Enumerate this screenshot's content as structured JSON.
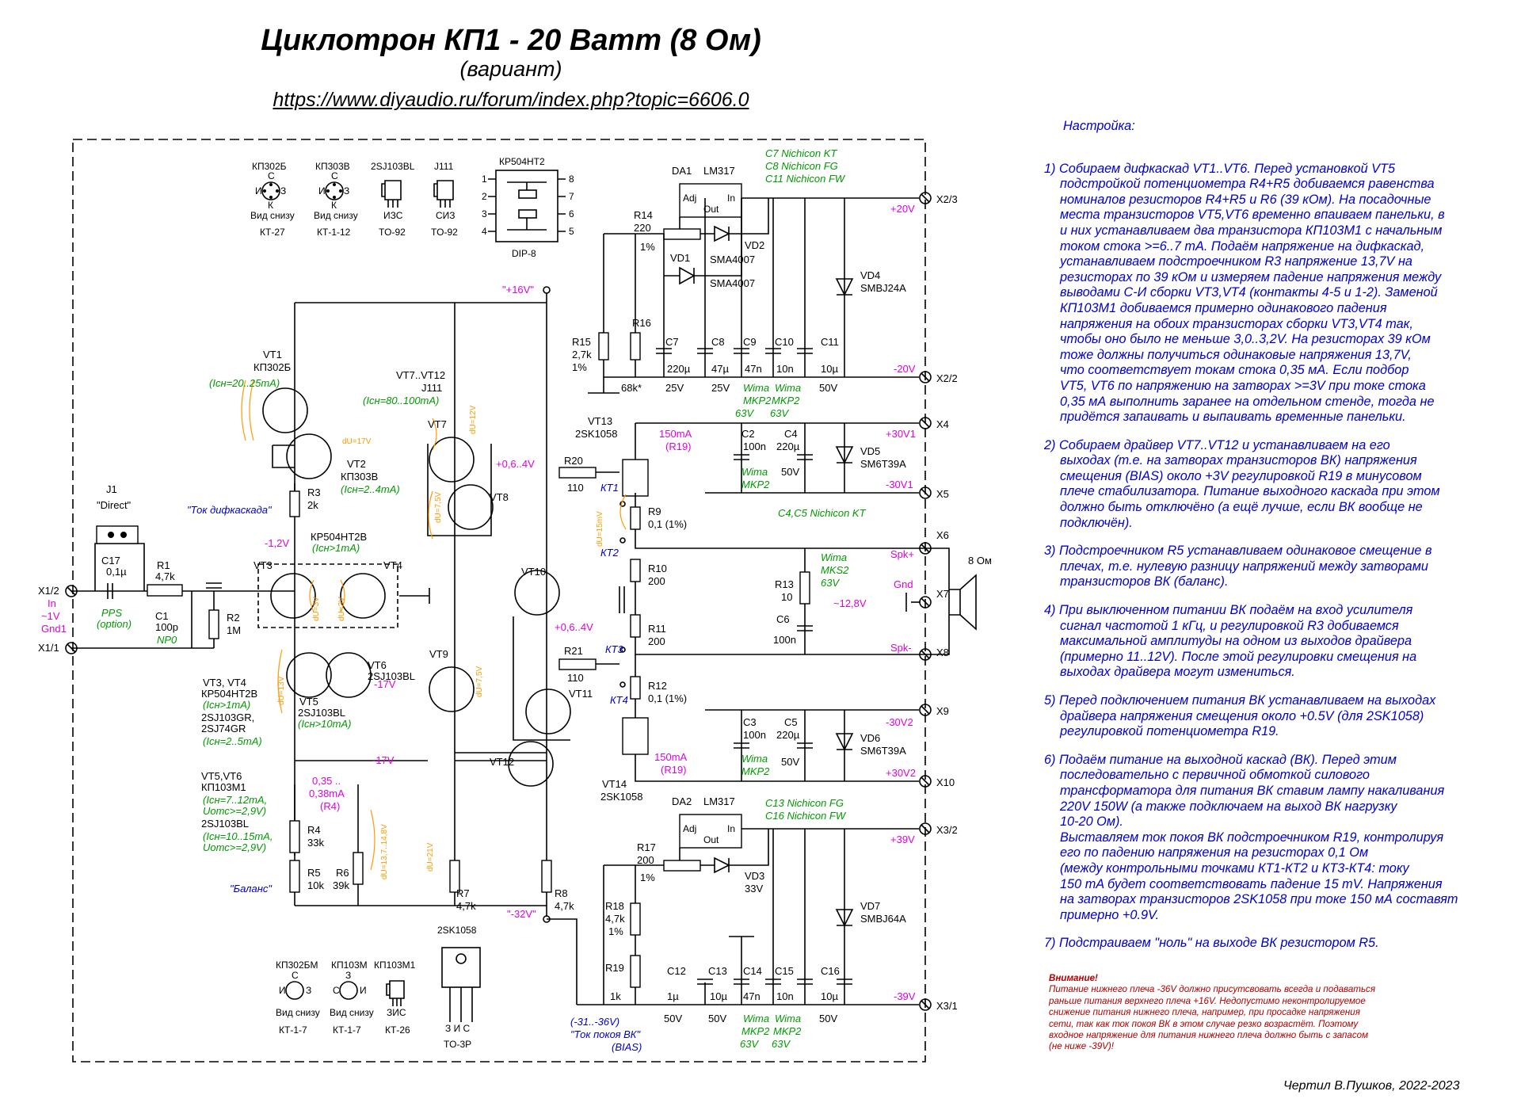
{
  "header": {
    "title": "Циклотрон КП1 - 20 Ватт (8 Ом)",
    "subtitle": "(вариант)",
    "url": "https://www.diyaudio.ru/forum/index.php?topic=6606.0"
  },
  "notes": {
    "heading": "Настройка:",
    "items": [
      [
        "1) Собираем дифкаскад VT1..VT6. Перед установкой VT5",
        "подстройкой потенциометра R4+R5 добиваемся равенства",
        "номиналов резисторов R4+R5 и R6 (39 кОм).  На посадочные",
        "места транзисторов VT5,VT6 временно впаиваем панельки, в",
        "и них устанавливаем два транзистора КП103М1 с начальным",
        "током стока >=6..7 mA. Подаём напряжение на дифкаскад,",
        "устанавливаем подстроечником R3 напряжение 13,7V на",
        "резисторах по 39 кОм и измеряем падение напряжения между",
        "выводами С-И сборки VT3,VT4 (контакты 4-5 и 1-2). Заменой",
        "КП103М1 добиваемся примерно одинакового падения",
        "напряжения на обоих транзисторах сборки VT3,VT4 так,",
        "чтобы оно было не меньше 3,0..3,2V. На резисторах 39 кОм",
        "тоже должны получиться одинаковые напряжения 13,7V,",
        "что соответствует токам стока 0,35 мА. Если подбор",
        "VT5, VT6 по напряжению на затворах >=3V при токе стока",
        "0,35 мА выполнить заранее на  отдельном стенде, тогда не",
        "придётся запаивать и выпаивать временные панельки."
      ],
      [
        "2) Собираем драйвер VT7..VT12 и устанавливаем на его",
        "выходах (т.е. на затворах транзисторов ВК) напряжения",
        "смещения (BIAS) около +3V регулировкой R19 в минусовом",
        "плече стабилизатора. Питание выходного каскада при этом",
        "должно быть отключёно (а ещё лучше, если ВК вообще не",
        "подключён)."
      ],
      [
        "3) Подстроечником R5 устанавливаем одинаковое смещение в",
        "плечах, т.е. нулевую разницу напряжений между затворами",
        "транзисторов ВК (баланс)."
      ],
      [
        "4) При выключенном питании ВК подаём на вход усилителя",
        "сигнал частотой 1 кГц, и регулировкой R3 добиваемся",
        "максимальной амплитуды на одном из выходов драйвера",
        "(примерно 11..12V). После этой регулировки смещения на",
        "выходах драйвера могут измениться."
      ],
      [
        "5) Перед подключением питания ВК устанавливаем на выходах",
        "драйвера напряжения смещения около +0.5V (для 2SK1058)",
        "регулировкой потенциометра R19."
      ],
      [
        "6) Подаём питание на выходной каскад (ВК). Перед этим",
        "последовательно с первичной обмоткой силового",
        "трансформатора для питания ВК ставим лампу накаливания",
        "220V 150W (а также подключаем на выход ВК нагрузку",
        "10-20 Ом).",
        "Выставляем ток покоя ВК подстроечником R19, контролируя",
        "его по падению напряжения на резисторах 0,1 Ом",
        "(между контрольными точками КТ1-КТ2 и КТ3-КТ4: току",
        "150 mA будет соответствовать падение 15 mV. Напряжения",
        "на затворах транзисторов 2SK1058 при токе 150 мА составят",
        "примерно +0.9V."
      ],
      [
        "7) Подстраиваем \"ноль\" на выходе ВК резистором R5."
      ]
    ]
  },
  "warning": [
    "Внимание!",
    "Питание нижнего плеча -36V должно присутсвовать всегда и подаваться",
    "раньше питания верхнего плеча +16V. Недопустимо неконтролируемое",
    "снижение питания нижнего плеча, например, при просадке напряжения",
    "сети, так как ток покоя ВК в этом случае резко возрастёт. Поэтому",
    "входное напряжение для питания нижнего плеча должно быть с запасом",
    "(не ниже -39V)!"
  ],
  "author": "Чертил В.Пушков, 2022-2023",
  "schematic": {
    "packages_top": [
      {
        "part": "КП302Б",
        "pins": [
          "С",
          "И",
          "З",
          "К"
        ],
        "view": "Вид снизу",
        "case": "КТ-27"
      },
      {
        "part": "КП303В",
        "pins": [
          "С",
          "И",
          "З",
          "К"
        ],
        "view": "Вид снизу",
        "case": "КТ-1-12"
      },
      {
        "part": "2SJ103BL",
        "pins_label": "ИЗС",
        "case": "TO-92"
      },
      {
        "part": "J111",
        "pins_label": "СИЗ",
        "case": "TO-92"
      },
      {
        "part": "КР504НТ2",
        "pins": [
          "1",
          "2",
          "3",
          "4",
          "5",
          "6",
          "7",
          "8"
        ],
        "case": "DIP-8"
      }
    ],
    "packages_bottom": [
      {
        "part": "КП302БМ",
        "pins": [
          "С",
          "И",
          "З"
        ],
        "view": "Вид снизу",
        "case": "КТ-1-7"
      },
      {
        "part": "КП103М",
        "pins": [
          "З",
          "С",
          "И"
        ],
        "view": "Вид снизу",
        "case": "КТ-1-7"
      },
      {
        "part": "КП103М1",
        "pins_label": "ЗИС",
        "case": "КТ-26"
      },
      {
        "part": "2SK1058",
        "pins_label": "З И С",
        "case": "TO-3P"
      }
    ],
    "labels": {
      "vt1": "VT1",
      "vt1_type": "КП302Б",
      "vt1_i": "(Iсн=20..25mA)",
      "vt2": "VT2",
      "vt2_type": "КП303В",
      "vt2_i": "(Iсн=2..4mA)",
      "vt7_12": "VT7..VT12",
      "vt7_12_type": "J111",
      "vt7_12_i": "(Iсн=80..100mA)",
      "vt7": "VT7",
      "vt8": "VT8",
      "vt9": "VT9",
      "vt10": "VT10",
      "vt11": "VT11",
      "vt12": "VT12",
      "vt13": "VT13",
      "vt13_type": "2SK1058",
      "vt14": "VT14",
      "vt14_type": "2SK1058",
      "vt3": "VT3",
      "vt4": "VT4",
      "vt34_pair": "КР504НТ2В",
      "vt34_i": "(Iсн>1mA)",
      "vt5": "VT5",
      "vt5_type": "2SJ103BL",
      "vt5_i": "(Iсн>10mA)",
      "vt6": "VT6",
      "vt6_type": "2SJ103BL",
      "list_vt34": "VT3, VT4",
      "list_vt34_type": "КР504НТ2В",
      "list_vt34_i": "(Iсн>1mA)",
      "list_vt34_alt1": "2SJ103GR,",
      "list_vt34_alt2": "2SJ74GR",
      "list_vt34_alt_i": "(Iсн=2..5mA)",
      "list_vt56": "VT5,VT6",
      "list_vt56_type": "КП103М1",
      "list_vt56_i1": "(Iсн=7..12mA,",
      "list_vt56_u1": "Uотс>=2,9V)",
      "list_vt56_alt": "2SJ103BL",
      "list_vt56_i2": "(Iсн=10..15mA,",
      "list_vt56_u2": "Uотс>=2,9V)",
      "da1": "DA1",
      "da1_type": "LM317",
      "da2": "DA2",
      "da2_type": "LM317",
      "adj": "Adj",
      "in": "In",
      "out": "Out",
      "vd1": "VD1",
      "vd1_type": "SMA4007",
      "vd2": "VD2",
      "vd2_type": "SMA4007",
      "vd3": "VD3",
      "vd3_type": "33V",
      "vd4": "VD4",
      "vd4_type": "SMBJ24A",
      "vd5": "VD5",
      "vd5_type": "SM6T39A",
      "vd6": "VD6",
      "vd6_type": "SM6T39A",
      "vd7": "VD7",
      "vd7_type": "SMBJ64A",
      "r1": "R1",
      "r1_v": "4,7k",
      "r2": "R2",
      "r2_v": "1M",
      "r3": "R3",
      "r3_v": "2k",
      "r4": "R4",
      "r4_v": "33k",
      "r5": "R5",
      "r5_v": "10k",
      "r6": "R6",
      "r6_v": "39k",
      "r7": "R7",
      "r7_v": "4,7k",
      "r8": "R8",
      "r8_v": "4,7k",
      "r9": "R9",
      "r9_v": "0,1 (1%)",
      "r10": "R10",
      "r10_v": "200",
      "r11": "R11",
      "r11_v": "200",
      "r12": "R12",
      "r12_v": "0,1 (1%)",
      "r13": "R13",
      "r13_v": "10",
      "r14": "R14",
      "r14_v": "220",
      "r14_t": "1%",
      "r15": "R15",
      "r15_v": "2,7k",
      "r15_t": "1%",
      "r16": "R16",
      "r16_v": "68k*",
      "r17": "R17",
      "r17_v": "200",
      "r17_t": "1%",
      "r18": "R18",
      "r18_v": "4,7k",
      "r18_t": "1%",
      "r19": "R19",
      "r19_v": "1k",
      "r20": "R20",
      "r20_v": "110",
      "r21": "R21",
      "r21_v": "110",
      "c1": "C1",
      "c1_v": "100p",
      "c1_t": "NP0",
      "c2": "C2",
      "c2_v": "100n",
      "c3": "C3",
      "c3_v": "100n",
      "c4": "C4",
      "c4_v": "220µ",
      "c4_u": "50V",
      "c5": "C5",
      "c5_v": "220µ",
      "c5_u": "50V",
      "c6": "C6",
      "c6_v": "100n",
      "c7": "C7",
      "c7_v": "220µ",
      "c7_u": "25V",
      "c8": "C8",
      "c8_v": "47µ",
      "c8_u": "25V",
      "c9": "C9",
      "c9_v": "47n",
      "c10": "C10",
      "c10_v": "10n",
      "c11": "C11",
      "c11_v": "10µ",
      "c11_u": "50V",
      "c12": "C12",
      "c12_v": "1µ",
      "c12_u": "50V",
      "c13": "C13",
      "c13_v": "10µ",
      "c13_u": "50V",
      "c14": "C14",
      "c14_v": "47n",
      "c15": "C15",
      "c15_v": "10n",
      "c16": "C16",
      "c16_v": "10µ",
      "c16_u": "50V",
      "c17": "C17",
      "c17_v": "0,1µ",
      "j1": "J1",
      "j1_t": "\"Direct\"",
      "x12": "X1/2",
      "x11": "X1/1",
      "x22": "X2/2",
      "x23": "X2/3",
      "x32": "X3/2",
      "x31": "X3/1",
      "x4": "X4",
      "x5": "X5",
      "x6": "X6",
      "x7": "X7",
      "x8": "X8",
      "x9": "X9",
      "x10": "X10",
      "in_v": "~1V",
      "gnd1": "Gnd1",
      "gnd": "Gnd",
      "spkp": "Spk+",
      "spkm": "Spk-",
      "ohm8": "8 Ом",
      "kt1": "КТ1",
      "kt2": "КТ2",
      "kt3": "КТ3",
      "kt4": "КТ4",
      "dual1": "dU=17V",
      "dual2": "dU=12V",
      "dual3": "dU=7,5V",
      "dual4": "dU=7,5V",
      "dual5": "dU=15mV",
      "dual6": "dU=3V",
      "dual7": "dU=3V",
      "dual8": "dU=13V",
      "dual9": "dU=13,7..14,8V",
      "dual10": "dU=21V"
    },
    "rails": {
      "p16": "\"+16V\"",
      "m32": "\"-32V\"",
      "p20": "+20V",
      "m20": "-20V",
      "p30v1": "+30V1",
      "m30v1": "-30V1",
      "m30v2": "-30V2",
      "p30v2": "+30V2",
      "p39": "+39V",
      "m39": "-39V",
      "m12": "-1,2V",
      "m17a": "-17V",
      "m17b": "-17V",
      "p06a": "+0,6..4V",
      "p06b": "+0,6..4V",
      "i150a": "150mA",
      "r19a": "(R19)",
      "i150b": "150mA",
      "r19b": "(R19)",
      "i035": "0,35 ..",
      "i038": "0,38mA",
      "r4tag": "(R4)",
      "v128": "~12,8V",
      "bias_range": "(-31..-36V)"
    },
    "green": {
      "c7_8_11": [
        "C7 Nichicon KT",
        "C8 Nichicon FG",
        "C11 Nichicon FW"
      ],
      "c13_16": [
        "C13 Nichicon FG",
        "C16 Nichicon FW"
      ],
      "c45": "C4,C5 Nichicon KT",
      "wima_mkp2": "Wima",
      "mkp2": "MKP2",
      "v63": "63V",
      "mks2": "MKS2",
      "pps": "PPS",
      "pps_opt": "(option)"
    },
    "blue": {
      "diff_current": "\"Ток дифкаскада\"",
      "balance": "\"Баланс\"",
      "bias_current": "\"Ток покоя ВК\"",
      "bias": "(BIAS)"
    }
  }
}
